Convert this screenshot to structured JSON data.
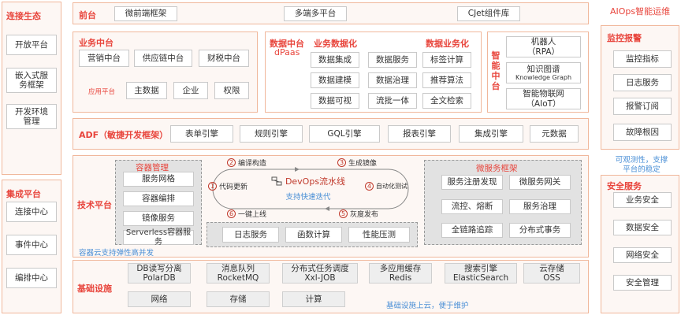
{
  "left": {
    "eco_title": "连接生态",
    "eco_items": [
      "开放平台",
      "嵌入式服\n务框架",
      "开发环境\n管理"
    ],
    "int_title": "集成平台",
    "int_items": [
      "连接中心",
      "事件中心",
      "编排中心"
    ]
  },
  "front": {
    "title": "前台",
    "items": [
      "微前端框架",
      "多端多平台",
      "CJet组件库"
    ]
  },
  "biz": {
    "title": "业务中台",
    "items": [
      "营销中台",
      "供应链中台",
      "财税中台"
    ],
    "app_label": "应用平台",
    "app_items": [
      "主数据",
      "企业",
      "权限"
    ]
  },
  "data": {
    "title": "数据中台",
    "subtitle": "dPaas",
    "col1_title": "业务数据化",
    "col1_items": [
      "数据集成",
      "数据建模",
      "数据可视"
    ],
    "col2_items": [
      "数据服务",
      "数据治理",
      "流批一体"
    ],
    "col3_title": "数据业务化",
    "col3_items": [
      "标签计算",
      "推荐算法",
      "全文检索"
    ]
  },
  "smart": {
    "title": "智能中台",
    "items": [
      {
        "l1": "机器人",
        "l2": "（RPA）"
      },
      {
        "l1": "知识图谱",
        "l2": "Knowledge Graph"
      },
      {
        "l1": "智能物联网",
        "l2": "（AIoT）"
      }
    ]
  },
  "adf": {
    "title": "ADF（敏捷开发框架）",
    "items": [
      "表单引擎",
      "规则引擎",
      "GQL引擎",
      "报表引擎",
      "集成引擎",
      "元数据"
    ]
  },
  "tech": {
    "title": "技术平台",
    "container_title": "容器管理",
    "container_items": [
      "服务网格",
      "容器编排",
      "镜像服务",
      "Serverless容器服务"
    ],
    "container_note": "容器云支持弹性高并发",
    "devops_title": "DevOps流水线",
    "devops_sub": "支持快速迭代",
    "steps": [
      {
        "n": "1",
        "t": "代码更新"
      },
      {
        "n": "2",
        "t": "编译构造"
      },
      {
        "n": "3",
        "t": "生成镜像"
      },
      {
        "n": "4",
        "t": "自动化测试"
      },
      {
        "n": "5",
        "t": "灰度发布"
      },
      {
        "n": "6",
        "t": "一键上线"
      }
    ],
    "ops_items": [
      "日志服务",
      "函数计算",
      "性能压测"
    ],
    "ms_title": "微服务框架",
    "ms_items": [
      "服务注册发现",
      "微服务网关",
      "流控、熔断",
      "服务治理",
      "全链路追踪",
      "分布式事务"
    ]
  },
  "infra": {
    "title": "基础设施",
    "items": [
      {
        "l1": "DB读写分离",
        "l2": "PolarDB"
      },
      {
        "l1": "消息队列",
        "l2": "RocketMQ"
      },
      {
        "l1": "分布式任务调度",
        "l2": "Xxl-JOB"
      },
      {
        "l1": "多应用缓存",
        "l2": "Redis"
      },
      {
        "l1": "搜索引擎",
        "l2": "ElasticSearch"
      },
      {
        "l1": "云存储",
        "l2": "OSS"
      }
    ],
    "row2": [
      "网络",
      "存储",
      "计算"
    ],
    "note": "基础设施上云，便于维护"
  },
  "right": {
    "title": "AIOps智能运维",
    "mon_title": "监控报警",
    "mon_items": [
      "监控指标",
      "日志服务",
      "报警订阅",
      "故障根因"
    ],
    "note": "可观测性，支撑\n平台的稳定",
    "sec_title": "安全服务",
    "sec_items": [
      "业务安全",
      "数据安全",
      "网络安全",
      "安全管理"
    ]
  },
  "colors": {
    "accent": "#e8453c",
    "border": "#f0b79b",
    "note": "#4a8fd6"
  }
}
